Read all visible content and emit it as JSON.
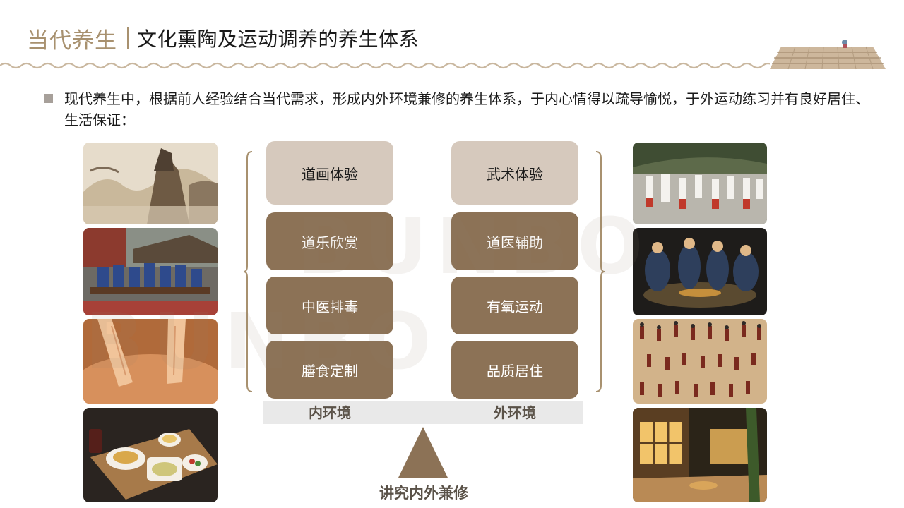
{
  "header": {
    "title_main": "当代养生",
    "title_sub": "文化熏陶及运动调养的养生体系"
  },
  "intro": {
    "text": "现代养生中，根据前人经验结合当代需求，形成内外环境兼修的养生体系，于内心情得以疏导愉悦，于外运动练习并有良好居住、生活保证："
  },
  "inner": {
    "label": "内环境",
    "items": [
      "道画体验",
      "道乐欣赏",
      "中医排毒",
      "膳食定制"
    ]
  },
  "outer": {
    "label": "外环境",
    "items": [
      "武术体验",
      "道医辅助",
      "有氧运动",
      "品质居住"
    ]
  },
  "balance": {
    "label": "讲究内外兼修"
  },
  "left_photos": [
    "landscape-painting",
    "taoist-music-ensemble",
    "massage-therapy",
    "meal-tray"
  ],
  "right_photos": [
    "martial-arts-practice",
    "tea-ceremony",
    "dance-mural",
    "courtyard-residence"
  ],
  "colors": {
    "accent": "#a8916f",
    "box_light": "#d6c9bd",
    "box_dark": "#8c7256",
    "label_text": "#5a5248"
  }
}
